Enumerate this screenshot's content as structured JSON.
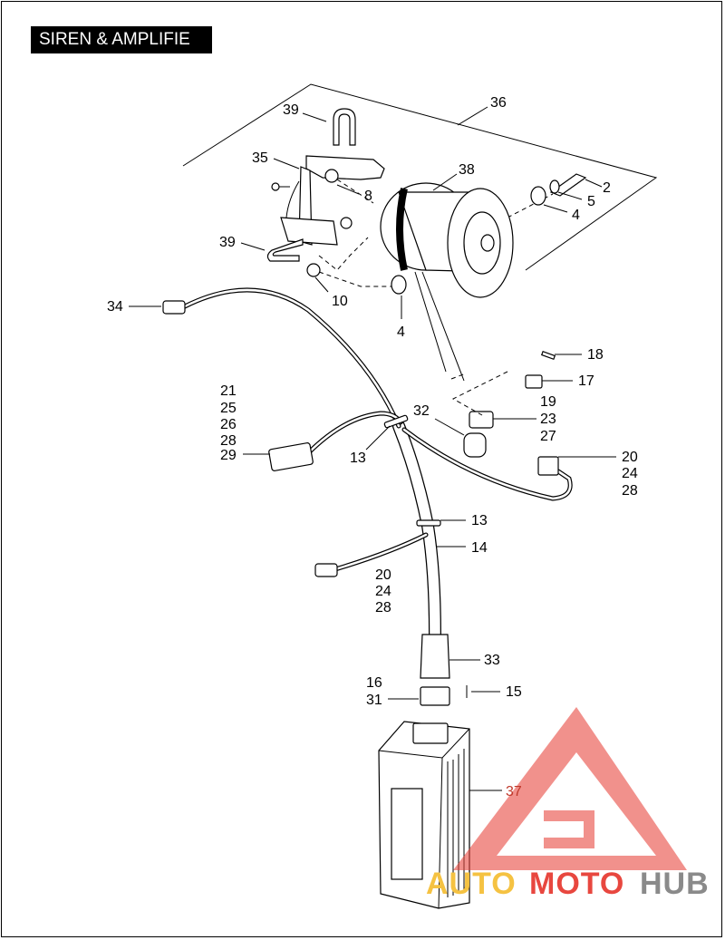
{
  "page": {
    "title": "SIREN & AMPLIFIE"
  },
  "callouts": {
    "c39a": "39",
    "c36": "36",
    "c35": "35",
    "c38": "38",
    "c8": "8",
    "c2": "2",
    "c5": "5",
    "c4a": "4",
    "c39b": "39",
    "c10": "10",
    "c4b": "4",
    "c34": "34",
    "c18": "18",
    "c17": "17",
    "c19": "19",
    "c23": "23",
    "c27": "27",
    "c32": "32",
    "c21": "21",
    "c25": "25",
    "c26": "26",
    "c28a": "28",
    "c29": "29",
    "c13a": "13",
    "c20a": "20",
    "c24a": "24",
    "c28b": "28",
    "c13b": "13",
    "c14": "14",
    "c20b": "20",
    "c24b": "24",
    "c28c": "28",
    "c33": "33",
    "c16": "16",
    "c31": "31",
    "c15": "15",
    "c37": "37"
  },
  "watermark": {
    "part1": "AUTO",
    "part2": "MOTO",
    "part3": "HUB",
    "colors": {
      "orange": "#f5c242",
      "red": "#e8473f",
      "gray": "#8a8a8a"
    }
  }
}
